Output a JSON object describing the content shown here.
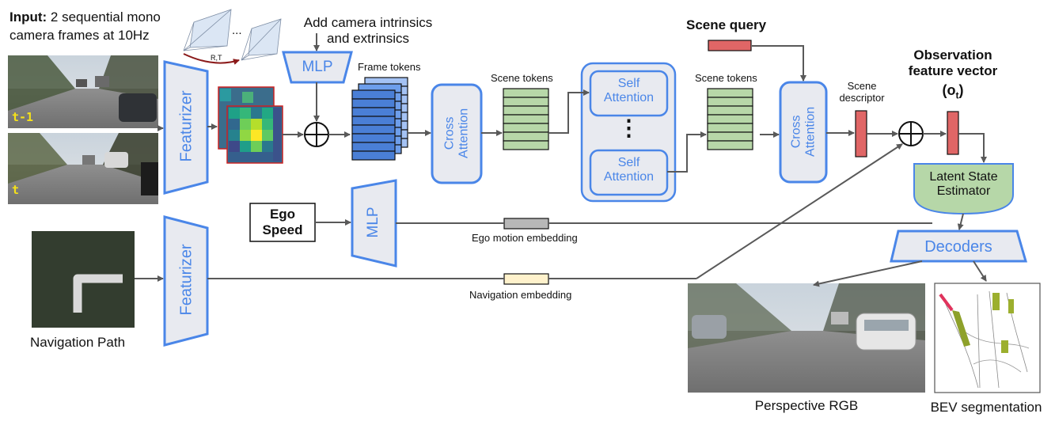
{
  "input": {
    "label_bold": "Input:",
    "label_rest": " 2 sequential mono",
    "label_line2": "camera frames at 10Hz",
    "frame_prev_tag": "t-1",
    "frame_curr_tag": "t",
    "rt_label": "R,T",
    "ellipsis": "..."
  },
  "camera_note": {
    "line1": "Add camera intrinsics",
    "line2": "and extrinsics"
  },
  "featurizer_label": "Featurizer",
  "mlp_label": "MLP",
  "frame_tokens_label": "Frame tokens",
  "cross_attention": {
    "line1": "Cross",
    "line2": "Attention"
  },
  "scene_tokens_label": "Scene tokens",
  "self_attention": {
    "line1": "Self",
    "line2": "Attention",
    "dots": "⋮"
  },
  "scene_query_label": "Scene query",
  "scene_descriptor": {
    "line1": "Scene",
    "line2": "descriptor"
  },
  "observation": {
    "line1": "Observation",
    "line2": "feature vector",
    "symbol": "(o",
    "sub": "t",
    "close": ")"
  },
  "latent_state": {
    "line1": "Latent State",
    "line2": "Estimator"
  },
  "decoders_label": "Decoders",
  "ego_speed": {
    "line1": "Ego",
    "line2": "Speed"
  },
  "ego_motion_label": "Ego motion embedding",
  "navigation_embedding_label": "Navigation embedding",
  "navigation_path_label": "Navigation Path",
  "perspective_label": "Perspective RGB",
  "bev_label": "BEV segmentation",
  "colors": {
    "blue": "#4a86e8",
    "box_fill": "#e8eaf0",
    "token_blue": "#4a7fd6",
    "token_green": "#b7d7a8",
    "red_token": "#e06666",
    "gray_token": "#b7b7b7",
    "cream_token": "#fff2cc",
    "latent_fill": "#b6d7a8",
    "arrow": "#595959"
  }
}
